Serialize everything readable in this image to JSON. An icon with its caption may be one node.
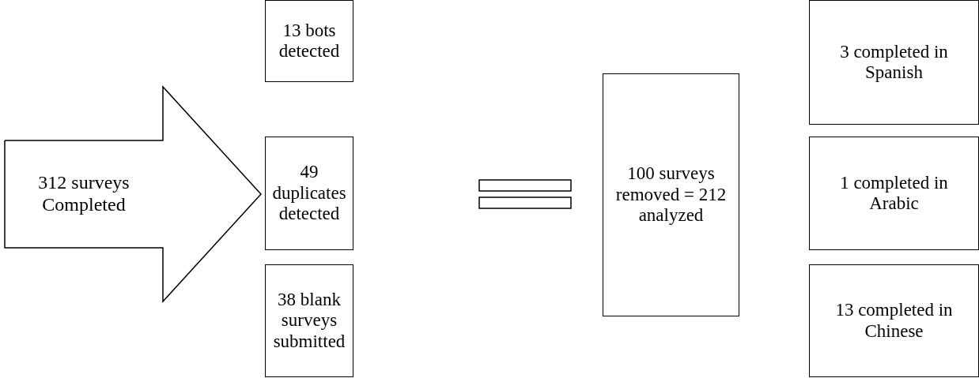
{
  "diagram": {
    "nodes": [
      {
        "text": [
          "312 surveys Completed"
        ]
      },
      {
        "text": [
          "13 bots detected"
        ]
      },
      {
        "text": [
          "49 duplicates detected"
        ]
      },
      {
        "text": [
          "38 blank surveys submitted"
        ]
      },
      {
        "text": [
          "100 surveys removed = 212 analyzed"
        ]
      },
      {
        "text": [
          "3 completed in Spanish"
        ]
      },
      {
        "text": [
          "1 completed in Arabic"
        ]
      },
      {
        "text": [
          "13 completed in Chinese"
        ]
      }
    ]
  }
}
